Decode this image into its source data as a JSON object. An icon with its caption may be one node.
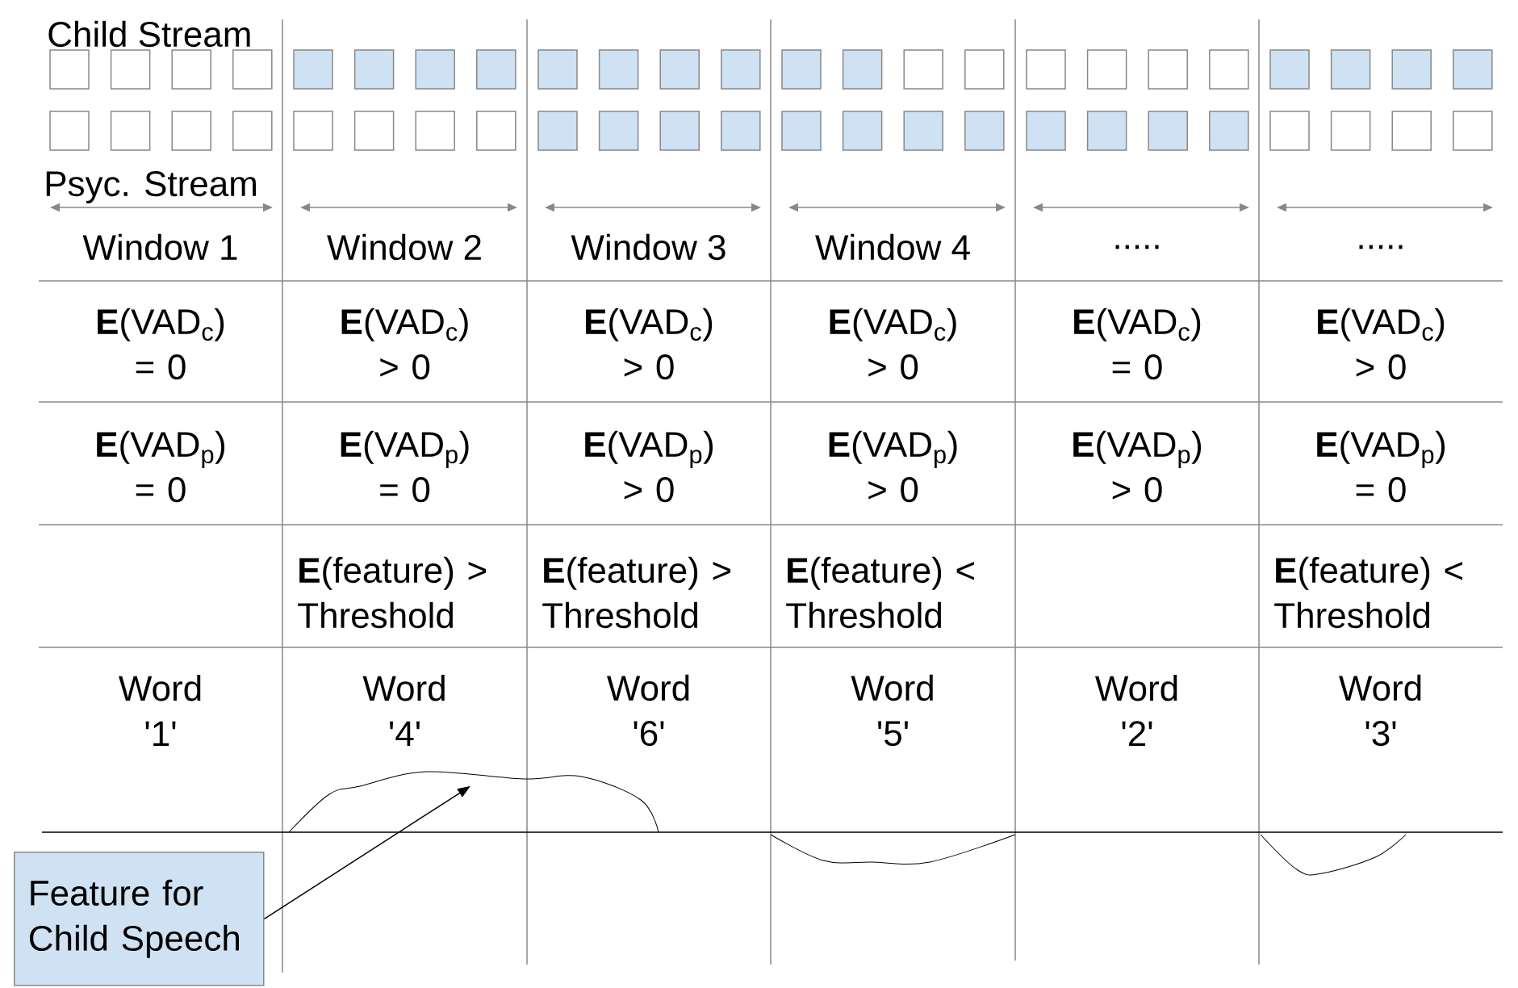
{
  "diagram": {
    "nodes": [
      {
        "text": [
          "Feature for Child Speech"
        ]
      },
      {
        "text": [],
        "shape": "picture"
      }
    ],
    "edges": [
      {
        "from": 0,
        "to": 1,
        "arrow": "to"
      }
    ],
    "labels": [
      "Child Stream",
      "Psyc. Stream",
      "Window 1",
      "Window 2",
      "Window 3",
      "Window 4",
      ".....",
      ".....",
      "**E**(VAD$_{c}$) = 0",
      "**E**(VAD$_{c}$) > 0",
      "**E**(VAD$_{c}$) > 0",
      "**E**(VAD$_{c}$) > 0",
      "**E**(VAD$_{c}$) = 0",
      "**E**(VAD$_{c}$) > 0",
      "**E**(VAD$_{p}$) = 0",
      "**E**(VAD$_{p}$) = 0",
      "**E**(VAD$_{p}$) > 0",
      "**E**(VAD$_{p}$) > 0",
      "**E**(VAD$_{p}$) > 0",
      "**E**(VAD$_{p}$) = 0",
      "**E**(feature) > Threshold",
      "**E**(feature) > Threshold",
      "**E**(feature) < Threshold",
      "**E**(feature) < Threshold",
      "Word '1'",
      "Word '4'",
      "Word '6'",
      "Word '5'",
      "Word '2'",
      "Word '3'"
    ]
  }
}
